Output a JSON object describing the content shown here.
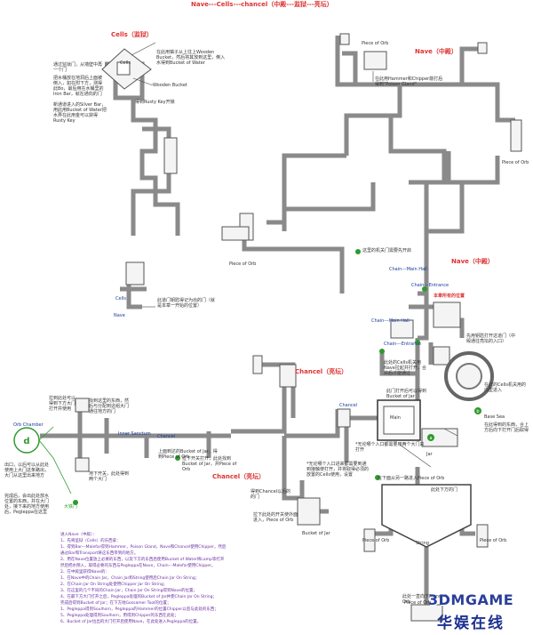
{
  "title": "Nave---Cells---chancel（中殿---监狱---亮坛）",
  "areas": {
    "cells": "Cells（监狱）",
    "nave_top": "Nave（中殿）",
    "nave_mid": "Nave（中殿）",
    "chancel_mid": "Chancel（亮坛）",
    "chancel_low": "Chancel（亮坛）",
    "orb_chamber": "Orb Chamber"
  },
  "labels": {
    "piece_of_orb": "Piece of Orb",
    "cells": "Cells",
    "nave": "Nave",
    "chain_main_hall": "Chain---Main Hall",
    "chain_entrance": "Chain---Entrance",
    "chancel": "Chancel",
    "string": "String",
    "jar": "Jar",
    "bucket_of_jar": "Bucket of Jar",
    "main": "Main",
    "base_sea": "Base Sea",
    "inner_sanctum": "Inner Sanctum",
    "wooden_bucket": "Wooden Bucket",
    "rusty_key": "得到Rusty Key开锁",
    "big_door": "大铁门"
  },
  "notes": {
    "cells_1": "在此用镐子从上往上Wooden Bucket，然后将其放到这里，倒入水得到Bucket of Water",
    "cells_2": "通过监狱门，从墙壁中再一个门",
    "cells_3": "把水桶放在地洞后上面被倒入，如在附下方，测得此Bo，最后用在水桶里的Iron Bar，就在通向的门",
    "cells_4": "新通道进入的Silver Bar，用此用Bucket of Water把水弄在此用金可以获得Rusty Key",
    "nave_1": "在此用Hammer和Chipper敲打后得到\"Poison Gland\"",
    "nave_2": "这里的机关门需要先开启",
    "nave_3": "先用钥匙打开这道门（中殿通往亮坛的入口）",
    "nave_4": "本章所有的位置",
    "cells_arrow": "此道门钥匙得记为出的门（就是本章一开始的位置）",
    "chancel_1": "此处的Cells机关用Nave拉起并打开，合并后才能通过",
    "chancel_2": "上面到达的Bucket of Jar，得到Piece of Orb",
    "chancel_3": "拉下开关打开，此处找到Bucket of Jar，并Piece of Orb",
    "chancel_4": "*无论哪个入口进来都需要到通到接触使打开，并将取得必须的放置的Cells使用，设置",
    "chancel_5": "*无论哪个入口都需要用两个大门来打开",
    "chancel_6": "在下面从另一路进入Piece of Orb",
    "chancel_7": "拉下此处的开关使外面进入，Piece of Orb",
    "chancel_8": "此门打开后可以得到Bucket of Jar",
    "chancel_9": "在此的Cells机关用的向里进入",
    "chancel_10": "在此得到的东西，合上方后向下打开门后取得",
    "chancel_11": "得到Chancel以后的的门",
    "orb_1": "找到这里的东西，然后与分配到这组大门通往地方的门",
    "orb_2": "拉到此处可以得到下方大门打开并使用",
    "orb_3": "出口，以后可以从此处使用上大门这条路出，大门从这里出来地方",
    "orb_4": "完成后，会出此处放水位置的东西，并在大门处，接下来的地方使用后，Pegleppa在这里",
    "orb_5": "地下开关，此处得到两个大门",
    "big_door_note": "大铁门",
    "lower_1": "此处下方的门",
    "lower_2": "此处一直向下Piece of Orb"
  },
  "walkthrough": [
    "进入Nave（中殿）：",
    "1、先将监狱（Cells）的东西拿：",
    "  1、得到Bar---Malefar得到Hammer，Poison Gland，Nave和Chancel使用Chipper，然后",
    "  通过Bar和Transport将这东西带到的地方。",
    "2、用在Nave位置放上必要的东西，以及下方的东西后使用Bucket of Water将Lamp等打开",
    "  然后把水倒入，取得必要的东西与Pegleppa在Nave，Chain---Malefar使用Chipper。",
    "2、在中殿里获得Nave的：",
    "  1、在Nave中的Chain Jar，Chain Jar和String使用后Chain Jar On String；",
    "  2、在Chain Jar On String处使用Chipper Jar On String；",
    "  3、在这里的几个不同的Chain Jar，Chain Jar On String得到Nave的位置；",
    "  4、在最下方大门打开之后，Pegleppa处理的Bucket of Jar并使Chain Jar On String；",
    "  完成后得到Bucket of Jar；在下方地Gossamer Tool的位置；",
    "  1、Pegleppa得到Soulhorn，Pegleppa的Hammer的位置Chipper以后与此处的东西；",
    "  5、Pegleppa处理得到Soulhorn，用得到Chipper的东西在此处；",
    "  6、Bucket of Jar拉出的大门打开后使用Nave，在此处进入Pegleppa的位置。"
  ],
  "watermark": {
    "brand": "3DMGAME",
    "site": "华娱在线"
  },
  "colors": {
    "red_text": "#d33333",
    "corridor": "#888888",
    "green_marker": "#2e9a2e",
    "purple_text": "#6b2fa0",
    "watermark": "#1a3a9a"
  }
}
